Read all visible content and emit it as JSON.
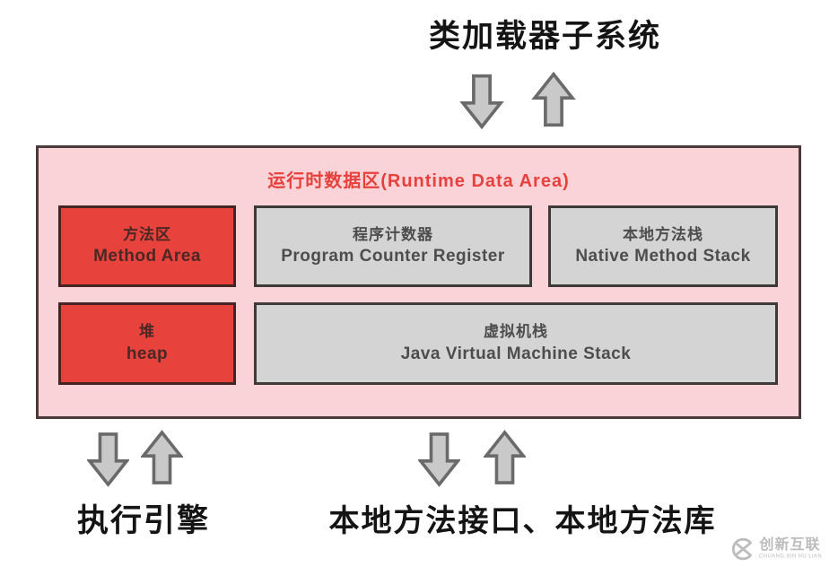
{
  "diagram": {
    "top_title": "类加载器子系统",
    "runtime_area": {
      "title": "运行时数据区(Runtime Data Area)",
      "blocks": [
        {
          "zh": "方法区",
          "en": "Method Area",
          "variant": "red"
        },
        {
          "zh": "程序计数器",
          "en": "Program Counter Register",
          "variant": "gray"
        },
        {
          "zh": "本地方法栈",
          "en": "Native Method Stack",
          "variant": "gray"
        },
        {
          "zh": "堆",
          "en": "heap",
          "variant": "red"
        },
        {
          "zh": "虚拟机栈",
          "en": "Java Virtual Machine Stack",
          "variant": "gray"
        }
      ]
    },
    "labels": {
      "execution_engine": "执行引擎",
      "native_interface": "本地方法接口、本地方法库"
    },
    "watermark": {
      "name": "创新互联",
      "subtext": "CHUANG XIN HU LIAN"
    },
    "colors": {
      "red_fill": "#e8423c",
      "pink_fill": "#f9d3d7",
      "gray_fill": "#d4d4d4",
      "box_border": "#4a3a3a",
      "runtime_title_red": "#e6413d",
      "arrow_fill": "#c9c9c9",
      "arrow_stroke": "#6a6a6a",
      "watermark_gray": "#bcbcbc",
      "text_dark": "#141414"
    }
  }
}
